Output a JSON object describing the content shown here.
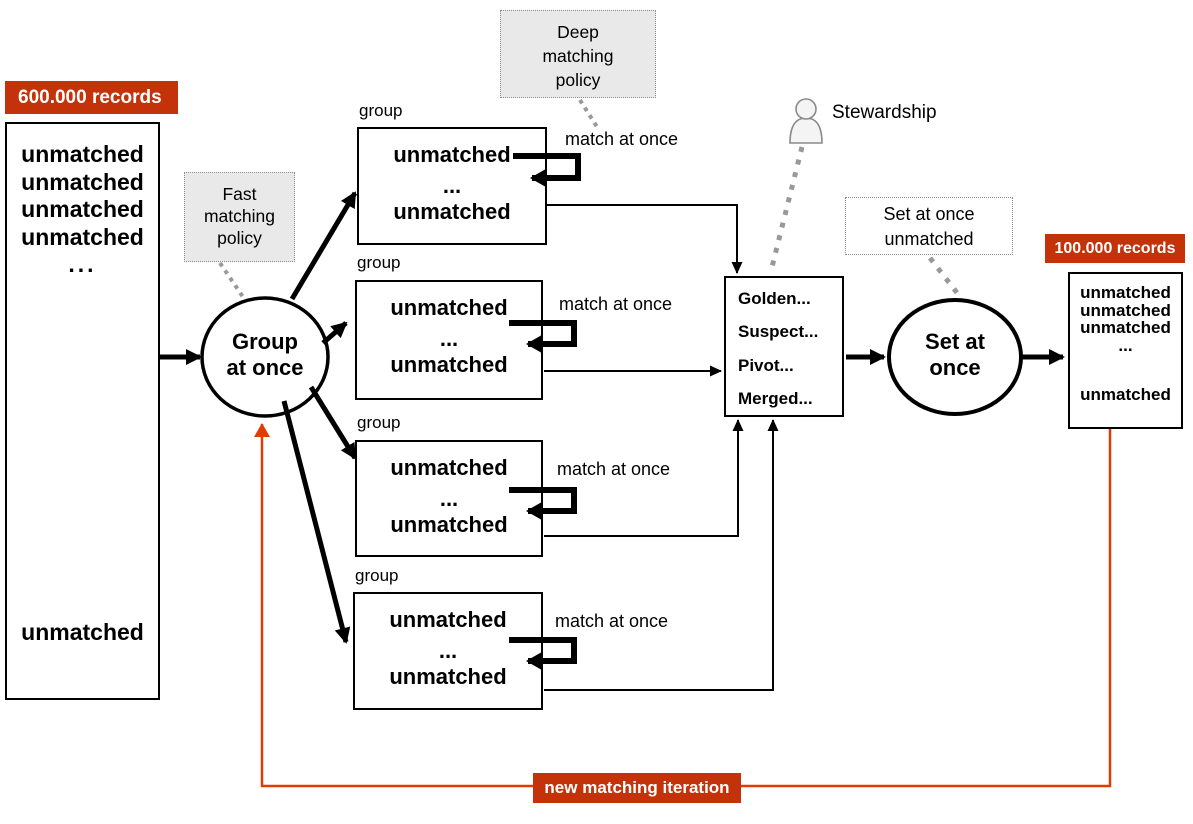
{
  "colors": {
    "badge_red": "#c4320a",
    "orange_line": "#e03c00",
    "policy_bg": "#e9e9e9",
    "dotted_gray": "#999999"
  },
  "badges": {
    "source": "600.000 records",
    "result": "100.000 records",
    "iteration": "new matching iteration"
  },
  "source_box": {
    "rows": [
      "unmatched",
      "unmatched",
      "unmatched",
      "unmatched",
      "..."
    ],
    "last_row": "unmatched"
  },
  "group_circle": {
    "line1": "Group",
    "line2": "at once"
  },
  "set_circle": {
    "line1": "Set at",
    "line2": "once"
  },
  "fast_policy": {
    "lines": [
      "Fast",
      "matching",
      "policy"
    ]
  },
  "deep_policy": {
    "lines": [
      "Deep",
      "matching",
      "policy"
    ]
  },
  "set_policy": {
    "lines": [
      "Set at once",
      "unmatched"
    ]
  },
  "stewardship_label": "Stewardship",
  "groups": [
    {
      "label": "group",
      "row1": "unmatched",
      "dots": "...",
      "row2": "unmatched",
      "match_label": "match at once"
    },
    {
      "label": "group",
      "row1": "unmatched",
      "dots": "...",
      "row2": "unmatched",
      "match_label": "match at once"
    },
    {
      "label": "group",
      "row1": "unmatched",
      "dots": "...",
      "row2": "unmatched",
      "match_label": "match at once"
    },
    {
      "label": "group",
      "row1": "unmatched",
      "dots": "...",
      "row2": "unmatched",
      "match_label": "match at once"
    }
  ],
  "golden_box": {
    "rows": [
      "Golden...",
      "Suspect...",
      "Pivot...",
      "Merged..."
    ]
  },
  "result_box": {
    "rows": [
      "unmatched",
      "unmatched",
      "unmatched",
      "..."
    ],
    "last_row": "unmatched"
  }
}
